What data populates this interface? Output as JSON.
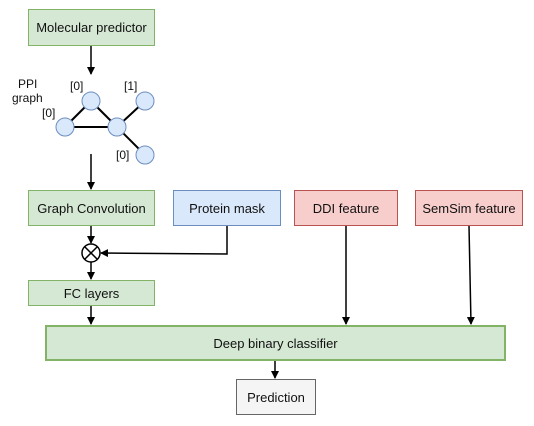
{
  "boxes": {
    "molecular_predictor": "Molecular predictor",
    "graph_convolution": "Graph Convolution",
    "protein_mask": "Protein mask",
    "ddi_feature": "DDI feature",
    "semsim_feature": "SemSim feature",
    "fc_layers": "FC layers",
    "deep_binary_classifier": "Deep binary classifier",
    "prediction": "Prediction"
  },
  "ppi_graph": {
    "label_line1": "PPI",
    "label_line2": "graph",
    "node_labels": [
      "[0]",
      "[0]",
      "[1]",
      "[0]"
    ]
  },
  "colors": {
    "green_fill": "#d5e8d4",
    "green_stroke": "#82b366",
    "blue_fill": "#dae8fc",
    "blue_stroke": "#6c8ebf",
    "red_fill": "#f8cecc",
    "red_stroke": "#b85450",
    "grey_fill": "#f5f5f5",
    "grey_stroke": "#666666"
  },
  "icons": {
    "multiply": "circled-times-icon"
  }
}
